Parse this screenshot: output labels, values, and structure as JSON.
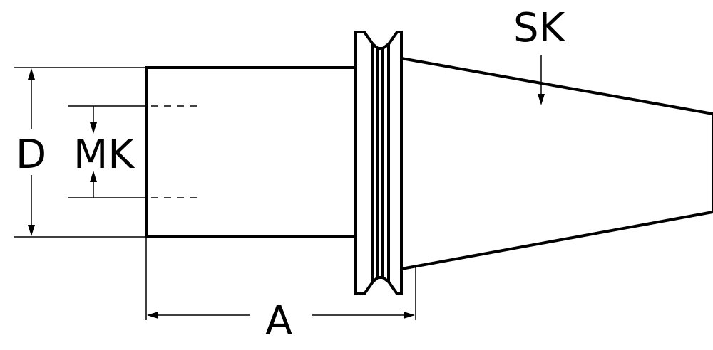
{
  "labels": {
    "d": "D",
    "mk": "MK",
    "a": "A",
    "sk": "SK"
  },
  "colors": {
    "stroke": "#000000",
    "background": "#ffffff"
  }
}
